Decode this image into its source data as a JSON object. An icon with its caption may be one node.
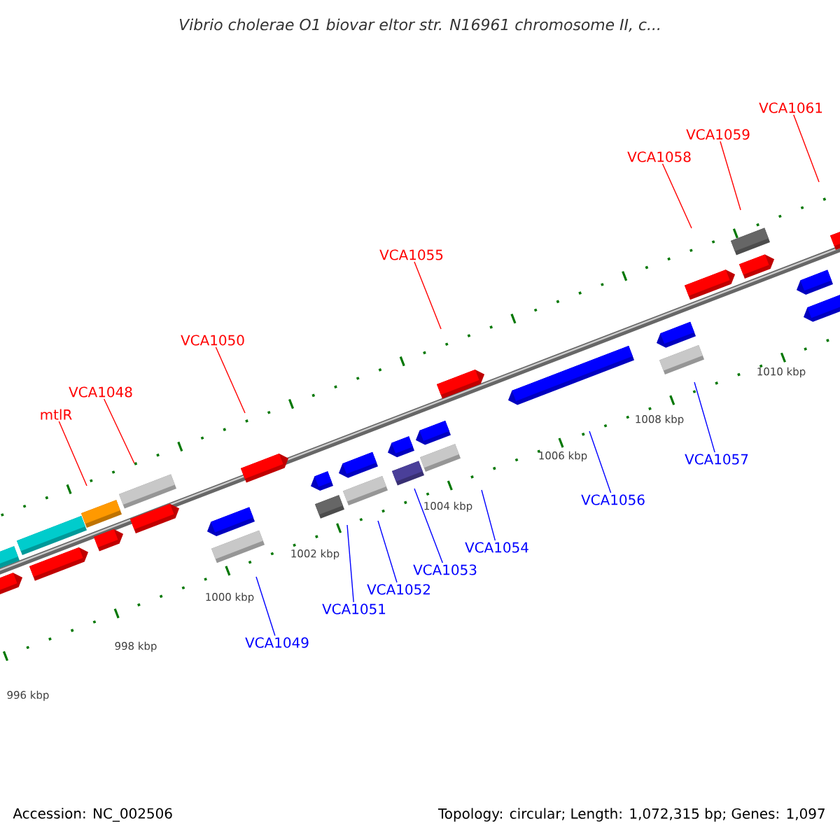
{
  "diagram": {
    "title": "*Vibrio cholerae* O1 biovar eltor str. N16961 chromosome II, c...",
    "nodes": [
      {
        "text": [
          "VCA1061"
        ]
      },
      {
        "text": [
          "VCA1059"
        ]
      },
      {
        "text": [
          "VCA1058"
        ]
      },
      {
        "text": [
          "VCA1055"
        ]
      },
      {
        "text": [
          "VCA1050"
        ]
      },
      {
        "text": [
          "VCA1048"
        ]
      },
      {
        "text": [
          "mtlR"
        ]
      },
      {
        "text": [
          "VCA1057"
        ]
      },
      {
        "text": [
          "VCA1056"
        ]
      },
      {
        "text": [
          "VCA1054"
        ]
      },
      {
        "text": [
          "VCA1053"
        ]
      },
      {
        "text": [
          "VCA1052"
        ]
      },
      {
        "text": [
          "VCA1051"
        ]
      },
      {
        "text": [
          "VCA1049"
        ]
      }
    ],
    "edges": [
      {
        "from": 0,
        "to": null,
        "arrow": "none",
        "color": "#ff0000"
      },
      {
        "from": 1,
        "to": null,
        "arrow": "none",
        "color": "#ff0000"
      },
      {
        "from": 2,
        "to": null,
        "arrow": "none",
        "color": "#ff0000"
      },
      {
        "from": 3,
        "to": null,
        "arrow": "none",
        "color": "#ff0000"
      },
      {
        "from": 4,
        "to": null,
        "arrow": "none",
        "color": "#ff0000"
      },
      {
        "from": 5,
        "to": null,
        "arrow": "none",
        "color": "#ff0000"
      },
      {
        "from": 6,
        "to": null,
        "arrow": "none",
        "color": "#ff0000"
      },
      {
        "from": 7,
        "to": null,
        "arrow": "none",
        "color": "#0000ff"
      },
      {
        "from": 8,
        "to": null,
        "arrow": "none",
        "color": "#0000ff"
      },
      {
        "from": 9,
        "to": null,
        "arrow": "none",
        "color": "#0000ff"
      },
      {
        "from": 10,
        "to": null,
        "arrow": "none",
        "color": "#0000ff"
      },
      {
        "from": 11,
        "to": null,
        "arrow": "none",
        "color": "#0000ff"
      },
      {
        "from": 12,
        "to": null,
        "arrow": "none",
        "color": "#0000ff"
      },
      {
        "from": 13,
        "to": null,
        "arrow": "none",
        "color": "#0000ff"
      }
    ],
    "labels": [
      "1010 kbp",
      "1008 kbp",
      "1006 kbp",
      "1004 kbp",
      "1002 kbp",
      "1000 kbp",
      "998 kbp",
      "996 kbp",
      "Accession: NC_002506",
      "Topology: circular; Length: 1,072,315 bp; Genes: 1,097"
    ]
  }
}
